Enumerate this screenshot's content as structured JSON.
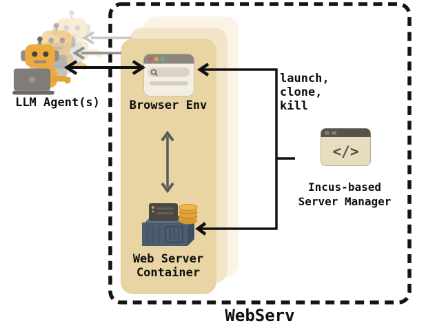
{
  "diagram_title": "WebServ",
  "nodes": {
    "llm_agents": {
      "label": "LLM Agent(s)"
    },
    "browser_env": {
      "label": "Browser Env"
    },
    "web_server_container": {
      "label_line1": "Web Server",
      "label_line2": "Container"
    },
    "incus_manager": {
      "label_line1": "Incus-based",
      "label_line2": "Server Manager",
      "icon_glyph": "</>"
    }
  },
  "edges": {
    "manager_commands": {
      "line1": "launch,",
      "line2": "clone,",
      "line3": "kill"
    }
  },
  "colors": {
    "panel_tan": "#e9d4a4",
    "panel_tan_light": "#f2e5c8",
    "panel_tan_lightest": "#faf3e6",
    "dashed_border": "#141414",
    "arrow_black": "#111111",
    "arrow_gray": "#8f8f8f",
    "arrow_light_gray": "#c6c6c6",
    "arrow_dark_gray": "#595959",
    "robot_orange": "#ecaa3f",
    "container_blue": "#4c5d70",
    "coin_orange": "#e6a53c",
    "icon_cream": "#e9ddc0",
    "icon_bar_gray": "#57524b"
  }
}
